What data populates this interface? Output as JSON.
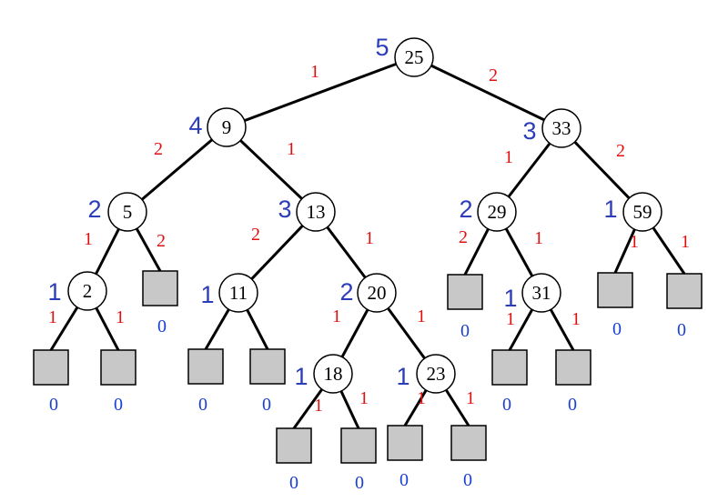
{
  "colors": {
    "rank": "#2b3db8",
    "leaf_rank": "#1a3fd6",
    "weight": "#e01010"
  },
  "nodes": [
    {
      "id": "n25",
      "key": "25",
      "rank": "5"
    },
    {
      "id": "n9",
      "key": "9",
      "rank": "4"
    },
    {
      "id": "n33",
      "key": "33",
      "rank": "3"
    },
    {
      "id": "n5",
      "key": "5",
      "rank": "2"
    },
    {
      "id": "n13",
      "key": "13",
      "rank": "3"
    },
    {
      "id": "n29",
      "key": "29",
      "rank": "2"
    },
    {
      "id": "n59",
      "key": "59",
      "rank": "1"
    },
    {
      "id": "n2",
      "key": "2",
      "rank": "1"
    },
    {
      "id": "n11",
      "key": "11",
      "rank": "1"
    },
    {
      "id": "n20",
      "key": "20",
      "rank": "2"
    },
    {
      "id": "n31",
      "key": "31",
      "rank": "1"
    },
    {
      "id": "n18",
      "key": "18",
      "rank": "1"
    },
    {
      "id": "n23",
      "key": "23",
      "rank": "1"
    }
  ],
  "leaves": [
    {
      "id": "l5r",
      "rank": "0"
    },
    {
      "id": "l29l",
      "rank": "0"
    },
    {
      "id": "l59l",
      "rank": "0"
    },
    {
      "id": "l59r",
      "rank": "0"
    },
    {
      "id": "l2l",
      "rank": "0"
    },
    {
      "id": "l2r",
      "rank": "0"
    },
    {
      "id": "l11l",
      "rank": "0"
    },
    {
      "id": "l11r",
      "rank": "0"
    },
    {
      "id": "l31l",
      "rank": "0"
    },
    {
      "id": "l31r",
      "rank": "0"
    },
    {
      "id": "l18l",
      "rank": "0"
    },
    {
      "id": "l18r",
      "rank": "0"
    },
    {
      "id": "l23l",
      "rank": "0"
    },
    {
      "id": "l23r",
      "rank": "0"
    }
  ],
  "edges": [
    {
      "from": "n25",
      "to": "n9",
      "weight": "1"
    },
    {
      "from": "n25",
      "to": "n33",
      "weight": "2"
    },
    {
      "from": "n9",
      "to": "n5",
      "weight": "2"
    },
    {
      "from": "n9",
      "to": "n13",
      "weight": "1"
    },
    {
      "from": "n33",
      "to": "n29",
      "weight": "1"
    },
    {
      "from": "n33",
      "to": "n59",
      "weight": "2"
    },
    {
      "from": "n5",
      "to": "n2",
      "weight": "1"
    },
    {
      "from": "n5",
      "to": "l5r",
      "weight": "2"
    },
    {
      "from": "n13",
      "to": "n11",
      "weight": "2"
    },
    {
      "from": "n13",
      "to": "n20",
      "weight": "1"
    },
    {
      "from": "n29",
      "to": "l29l",
      "weight": "2"
    },
    {
      "from": "n29",
      "to": "n31",
      "weight": "1"
    },
    {
      "from": "n59",
      "to": "l59l",
      "weight": "1"
    },
    {
      "from": "n59",
      "to": "l59r",
      "weight": "1"
    },
    {
      "from": "n2",
      "to": "l2l",
      "weight": "1"
    },
    {
      "from": "n2",
      "to": "l2r",
      "weight": "1"
    },
    {
      "from": "n11",
      "to": "l11l",
      "weight": ""
    },
    {
      "from": "n11",
      "to": "l11r",
      "weight": ""
    },
    {
      "from": "n20",
      "to": "n18",
      "weight": "1"
    },
    {
      "from": "n20",
      "to": "n23",
      "weight": "1"
    },
    {
      "from": "n31",
      "to": "l31l",
      "weight": "1"
    },
    {
      "from": "n31",
      "to": "l31r",
      "weight": "1"
    },
    {
      "from": "n18",
      "to": "l18l",
      "weight": "1"
    },
    {
      "from": "n18",
      "to": "l18r",
      "weight": "1"
    },
    {
      "from": "n23",
      "to": "l23l",
      "weight": "1"
    },
    {
      "from": "n23",
      "to": "l23r",
      "weight": "1"
    }
  ]
}
